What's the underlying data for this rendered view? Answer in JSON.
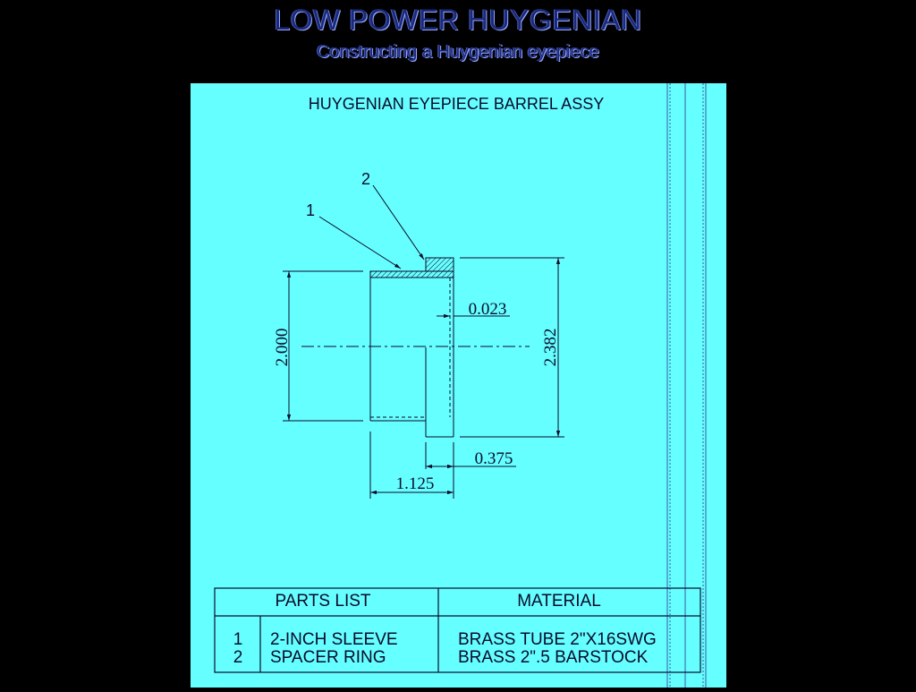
{
  "header": {
    "title": "LOW POWER HUYGENIAN",
    "subtitle": "Constructing a Huygenian eyepiece"
  },
  "drawing": {
    "title": "HUYGENIAN EYEPIECE BARREL ASSY",
    "callouts": [
      "1",
      "2"
    ],
    "dimensions": {
      "left_height": "2.000",
      "right_height": "2.382",
      "wall": "0.023",
      "ring_width": "0.375",
      "length": "1.125"
    }
  },
  "parts_list": {
    "headers": [
      "PARTS LIST",
      "MATERIAL"
    ],
    "rows": [
      {
        "num": "1",
        "name": "2-INCH SLEEVE",
        "material": "BRASS TUBE 2\"X16SWG"
      },
      {
        "num": "2",
        "name": "SPACER RING",
        "material": "BRASS 2\".5 BARSTOCK"
      }
    ]
  },
  "colors": {
    "background": "#000000",
    "sheet": "#66ffff",
    "lines": "#0a0a2a",
    "title": "#1a2a7a"
  }
}
